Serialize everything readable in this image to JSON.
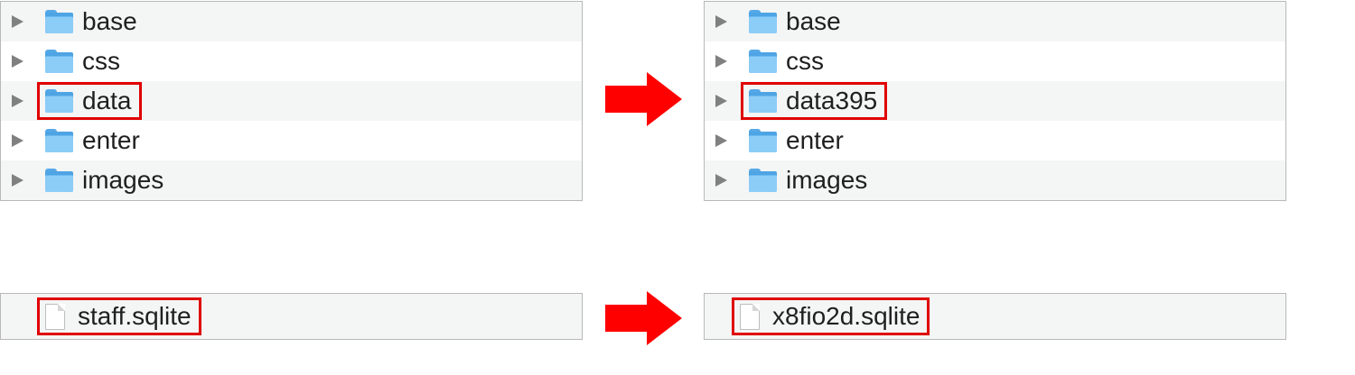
{
  "before_tree": {
    "items": [
      {
        "label": "base"
      },
      {
        "label": "css"
      },
      {
        "label": "data"
      },
      {
        "label": "enter"
      },
      {
        "label": "images"
      }
    ]
  },
  "after_tree": {
    "items": [
      {
        "label": "base"
      },
      {
        "label": "css"
      },
      {
        "label": "data395"
      },
      {
        "label": "enter"
      },
      {
        "label": "images"
      }
    ]
  },
  "before_file": {
    "label": "staff.sqlite"
  },
  "after_file": {
    "label": "x8fio2d.sqlite"
  },
  "colors": {
    "highlight": "#e00000",
    "arrow": "#ff0000",
    "folder": "#8ccdf7",
    "row_alt": "#f4f5f5"
  }
}
